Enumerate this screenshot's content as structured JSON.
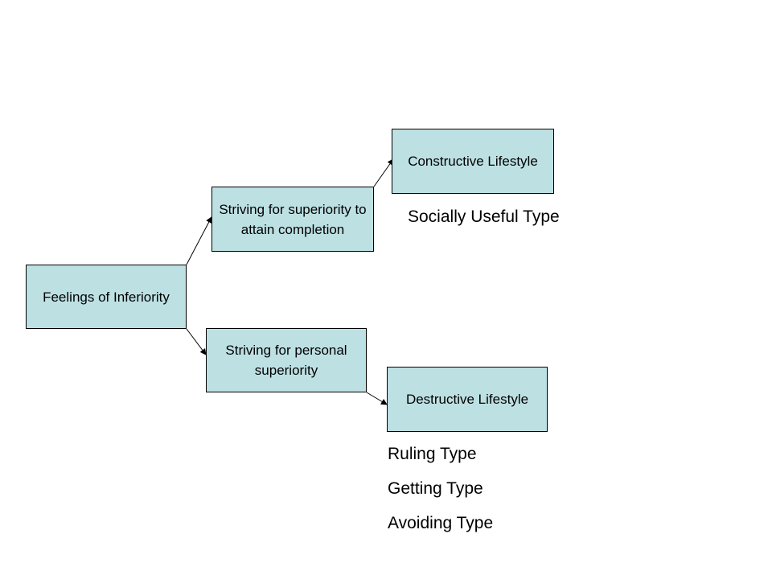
{
  "boxes": {
    "feelings": "Feelings of Inferiority",
    "striving_upper": "Striving for superiority to attain completion",
    "striving_lower": "Striving for personal superiority",
    "constructive": "Constructive Lifestyle",
    "destructive": "Destructive Lifestyle"
  },
  "labels": {
    "socially_useful": "Socially Useful Type",
    "ruling": "Ruling Type",
    "getting": "Getting Type",
    "avoiding": "Avoiding Type"
  },
  "colors": {
    "box_fill": "#bde0e3",
    "line": "#000000"
  }
}
